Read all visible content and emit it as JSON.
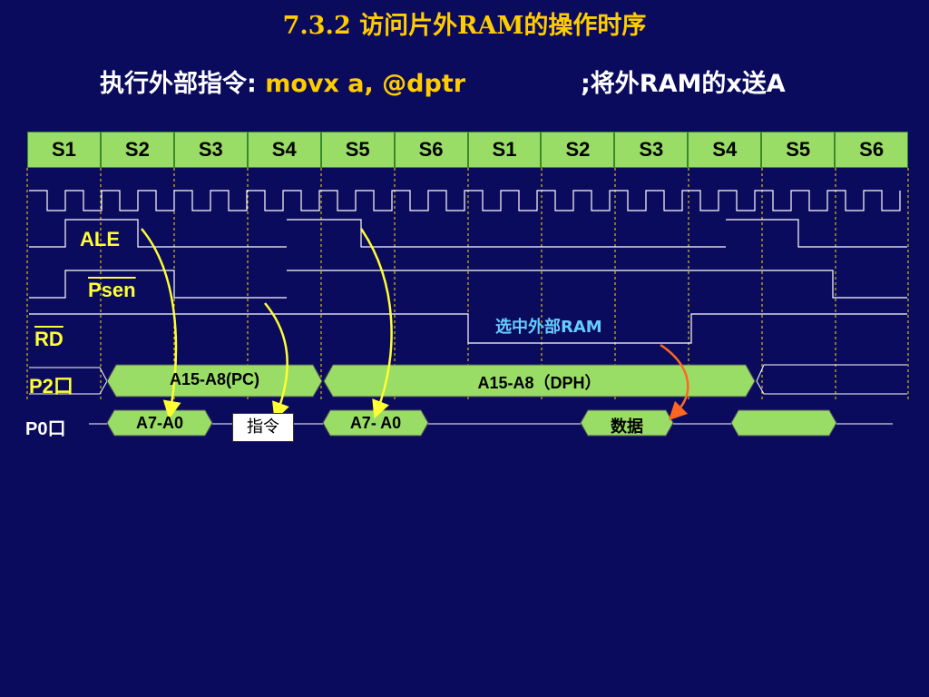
{
  "title": "7.3.2 访问片外RAM的操作时序",
  "subtitle": {
    "prefix": "执行外部指令: ",
    "instruction": "movx  a, @dptr",
    "comment": ";将外RAM的x送A"
  },
  "states": [
    "S1",
    "S2",
    "S3",
    "S4",
    "S5",
    "S6",
    "S1",
    "S2",
    "S3",
    "S4",
    "S5",
    "S6"
  ],
  "signals": {
    "ale": "ALE",
    "psen": "Psen",
    "rd": "RD",
    "p2": "P2口",
    "p0": "P0口"
  },
  "note": "选中外部RAM",
  "bus": {
    "p2_first": "A15-A8(PC)",
    "p2_second": "A15-A8（DPH）",
    "p0_first": "A7-A0",
    "p0_instruction": "指令",
    "p0_second": "A7- A0",
    "p0_data": "数据"
  },
  "colors": {
    "background": "#0b0b5e",
    "state_fill": "#99dd66",
    "title": "#ffcc00",
    "arrow_yellow": "#ffff33",
    "arrow_orange": "#ff6622"
  }
}
